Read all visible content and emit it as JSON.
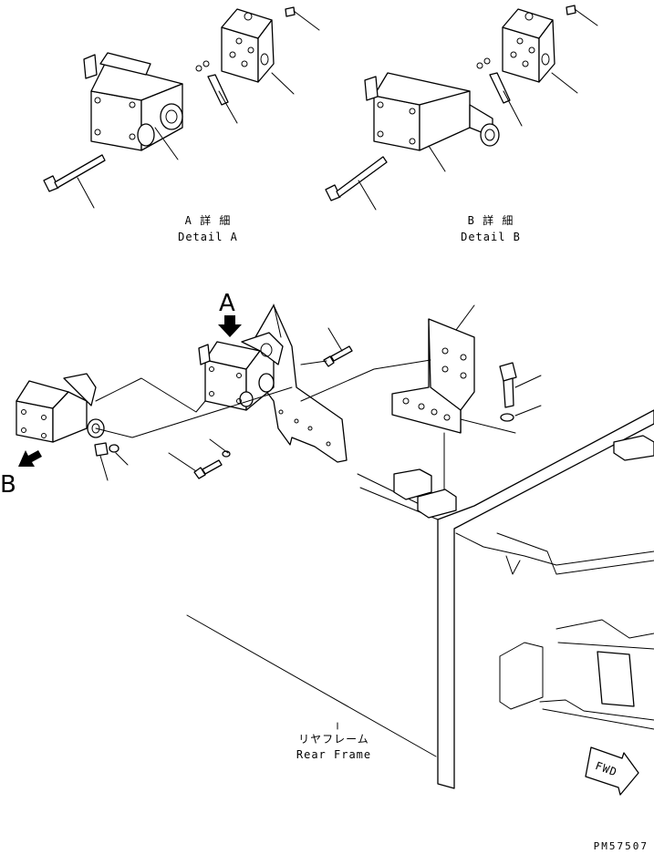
{
  "detail_a": {
    "title_jp": "A 詳 細",
    "title_en": "Detail A"
  },
  "detail_b": {
    "title_jp": "B 詳 細",
    "title_en": "Detail B"
  },
  "view_marker_a": "A",
  "view_marker_b": "B",
  "rear_frame": {
    "label_jp": "リヤフレーム",
    "label_en": "Rear Frame"
  },
  "fwd_arrow_label": "FWD",
  "drawing_code": "PM57507"
}
